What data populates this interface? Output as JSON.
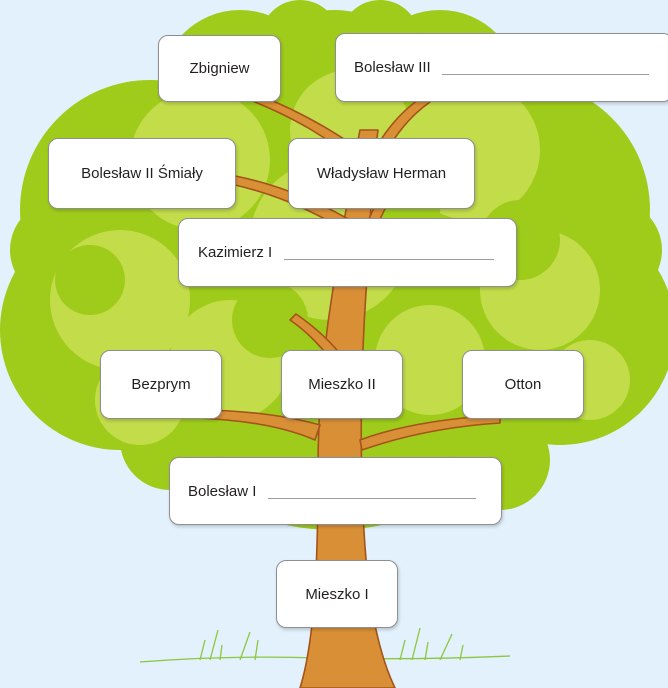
{
  "colors": {
    "background": "#e2f1fb",
    "foliage_dark": "#9fcc1a",
    "foliage_light": "#c2dc4a",
    "trunk": "#d98f36",
    "trunk_outline": "#a3531b",
    "grass": "#8dc63f",
    "box_border": "#8d8f92"
  },
  "nodes": {
    "zbigniew": "Zbigniew",
    "boleslaw3": "Bolesław III",
    "boleslaw2": "Bolesław II Śmiały",
    "wladyslaw": "Władysław Herman",
    "kazimierz": "Kazimierz I",
    "bezprym": "Bezprym",
    "mieszko2": "Mieszko II",
    "otton": "Otton",
    "boleslaw1": "Bolesław I",
    "mieszko1": "Mieszko I"
  }
}
